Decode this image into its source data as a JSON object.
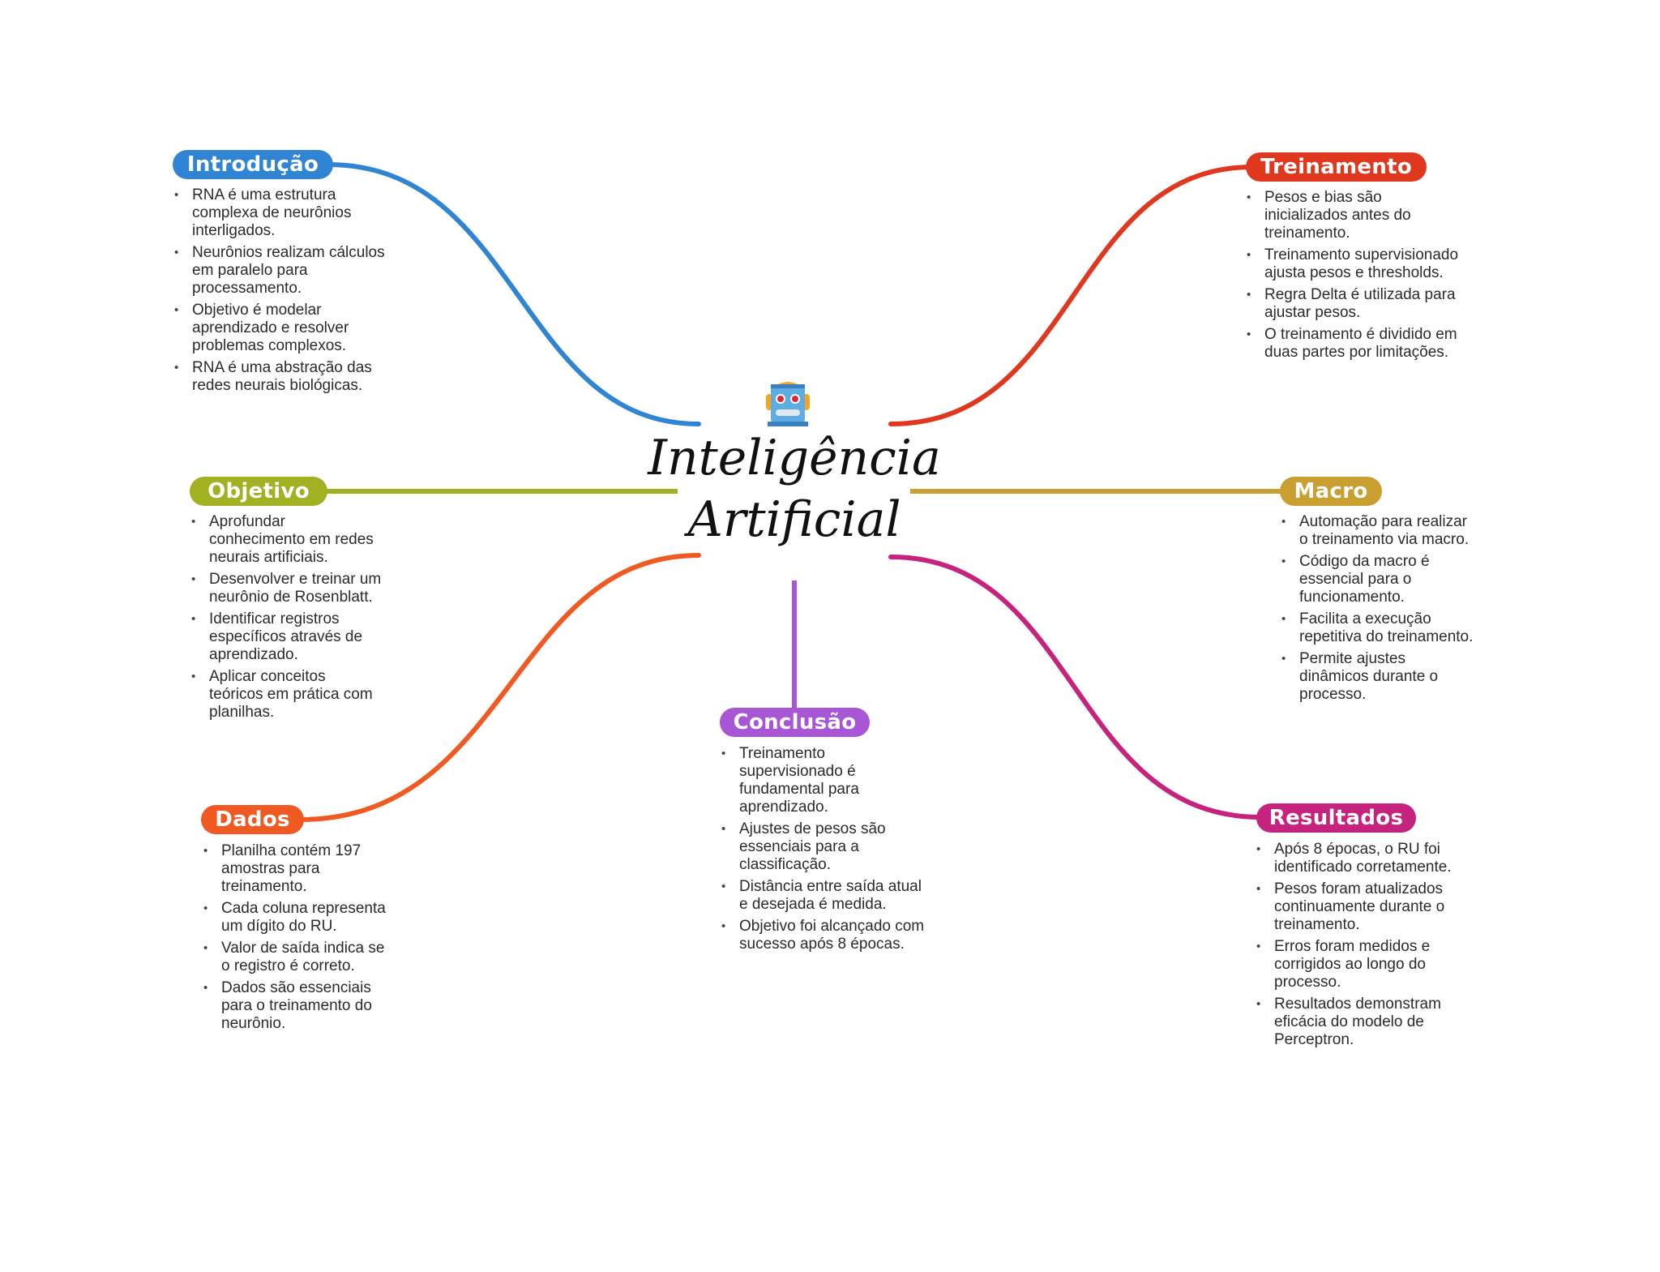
{
  "central": {
    "title_line1": "Inteligência",
    "title_line2": "Artificial",
    "icon": "robot-icon"
  },
  "topics": [
    {
      "id": "introducao",
      "label": "Introdução",
      "color": "#2f84d4",
      "items": [
        "RNA é uma estrutura complexa de neurônios interligados.",
        "Neurônios realizam cálculos em paralelo para processamento.",
        "Objetivo é modelar aprendizado e resolver problemas complexos.",
        "RNA é uma abstração das redes neurais biológicas."
      ]
    },
    {
      "id": "treinamento",
      "label": "Treinamento",
      "color": "#e0381f",
      "items": [
        "Pesos e bias são inicializados antes do treinamento.",
        "Treinamento supervisionado ajusta pesos e thresholds.",
        "Regra Delta é utilizada para ajustar pesos.",
        "O treinamento é dividido em duas partes por limitações."
      ]
    },
    {
      "id": "objetivo",
      "label": "Objetivo",
      "color": "#a2b122",
      "items": [
        "Aprofundar conhecimento em redes neurais artificiais.",
        "Desenvolver e treinar um neurônio de Rosenblatt.",
        "Identificar registros específicos através de aprendizado.",
        "Aplicar conceitos teóricos em prática com planilhas."
      ]
    },
    {
      "id": "macro",
      "label": "Macro",
      "color": "#c99f2f",
      "items": [
        "Automação para realizar o treinamento via macro.",
        "Código da macro é essencial para o funcionamento.",
        "Facilita a execução repetitiva do treinamento.",
        "Permite ajustes dinâmicos durante o processo."
      ]
    },
    {
      "id": "dados",
      "label": "Dados",
      "color": "#f05a22",
      "items": [
        "Planilha contém 197 amostras para treinamento.",
        "Cada coluna representa um dígito do RU.",
        "Valor de saída indica se o registro é correto.",
        "Dados são essenciais para o treinamento do neurônio."
      ]
    },
    {
      "id": "conclusao",
      "label": "Conclusão",
      "color": "#a855d6",
      "items": [
        "Treinamento supervisionado é fundamental para aprendizado.",
        "Ajustes de pesos são essenciais para a classificação.",
        "Distância entre saída atual e desejada é medida.",
        "Objetivo foi alcançado com sucesso após 8 épocas."
      ]
    },
    {
      "id": "resultados",
      "label": "Resultados",
      "color": "#c6237f",
      "items": [
        "Após 8 épocas, o RU foi identificado corretamente.",
        "Pesos foram atualizados continuamente durante o treinamento.",
        "Erros foram medidos e corrigidos ao longo do processo.",
        "Resultados demonstram eficácia do modelo de Perceptron."
      ]
    }
  ]
}
